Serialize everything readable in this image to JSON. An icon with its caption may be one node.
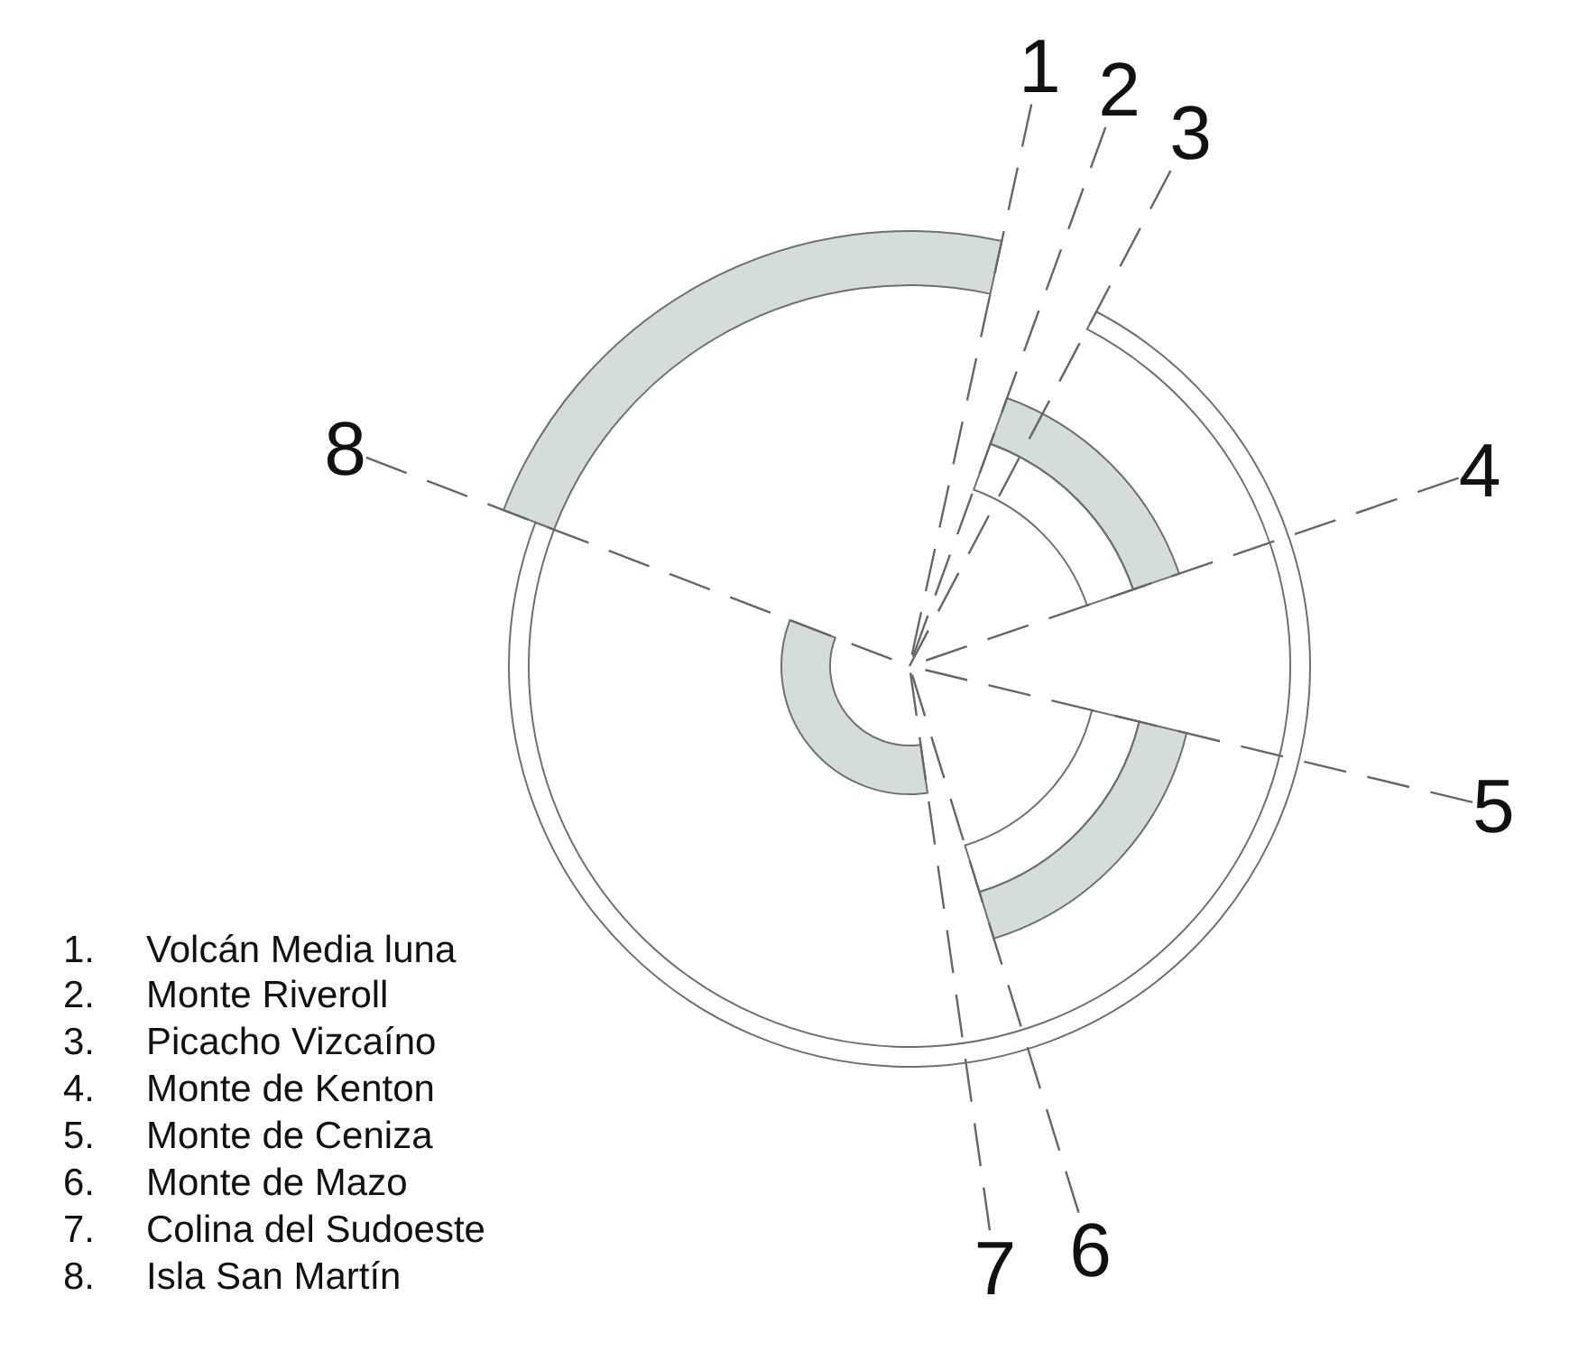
{
  "diagram": {
    "nodes": [
      {
        "text": [
          "1"
        ]
      },
      {
        "text": [
          "2"
        ]
      },
      {
        "text": [
          "3"
        ]
      },
      {
        "text": [
          "4"
        ]
      },
      {
        "text": [
          "5"
        ]
      },
      {
        "text": [
          "6"
        ]
      },
      {
        "text": [
          "7"
        ]
      },
      {
        "text": [
          "8"
        ]
      }
    ],
    "edges": [
      {
        "from": 0,
        "to": null,
        "arrow": "none",
        "style": "dashed"
      },
      {
        "from": 1,
        "to": null,
        "arrow": "none",
        "style": "dashed"
      },
      {
        "from": 2,
        "to": null,
        "arrow": "none",
        "style": "dashed"
      },
      {
        "from": 3,
        "to": null,
        "arrow": "none",
        "style": "dashed"
      },
      {
        "from": 4,
        "to": null,
        "arrow": "none",
        "style": "dashed"
      },
      {
        "from": 5,
        "to": null,
        "arrow": "none",
        "style": "dashed"
      },
      {
        "from": 6,
        "to": null,
        "arrow": "none",
        "style": "dashed"
      },
      {
        "from": 7,
        "to": null,
        "arrow": "none",
        "style": "dashed"
      }
    ],
    "labels": [
      "1.",
      "Volcán Media luna",
      "2.",
      "Monte Riveroll",
      "3.",
      "Picacho Vizcaíno",
      "4.",
      "Monte de Kenton",
      "5.",
      "Monte de Ceniza",
      "6.",
      "Monte de Mazo",
      "7.",
      "Colina del Sudoeste",
      "8.",
      "Isla San Martín"
    ]
  }
}
